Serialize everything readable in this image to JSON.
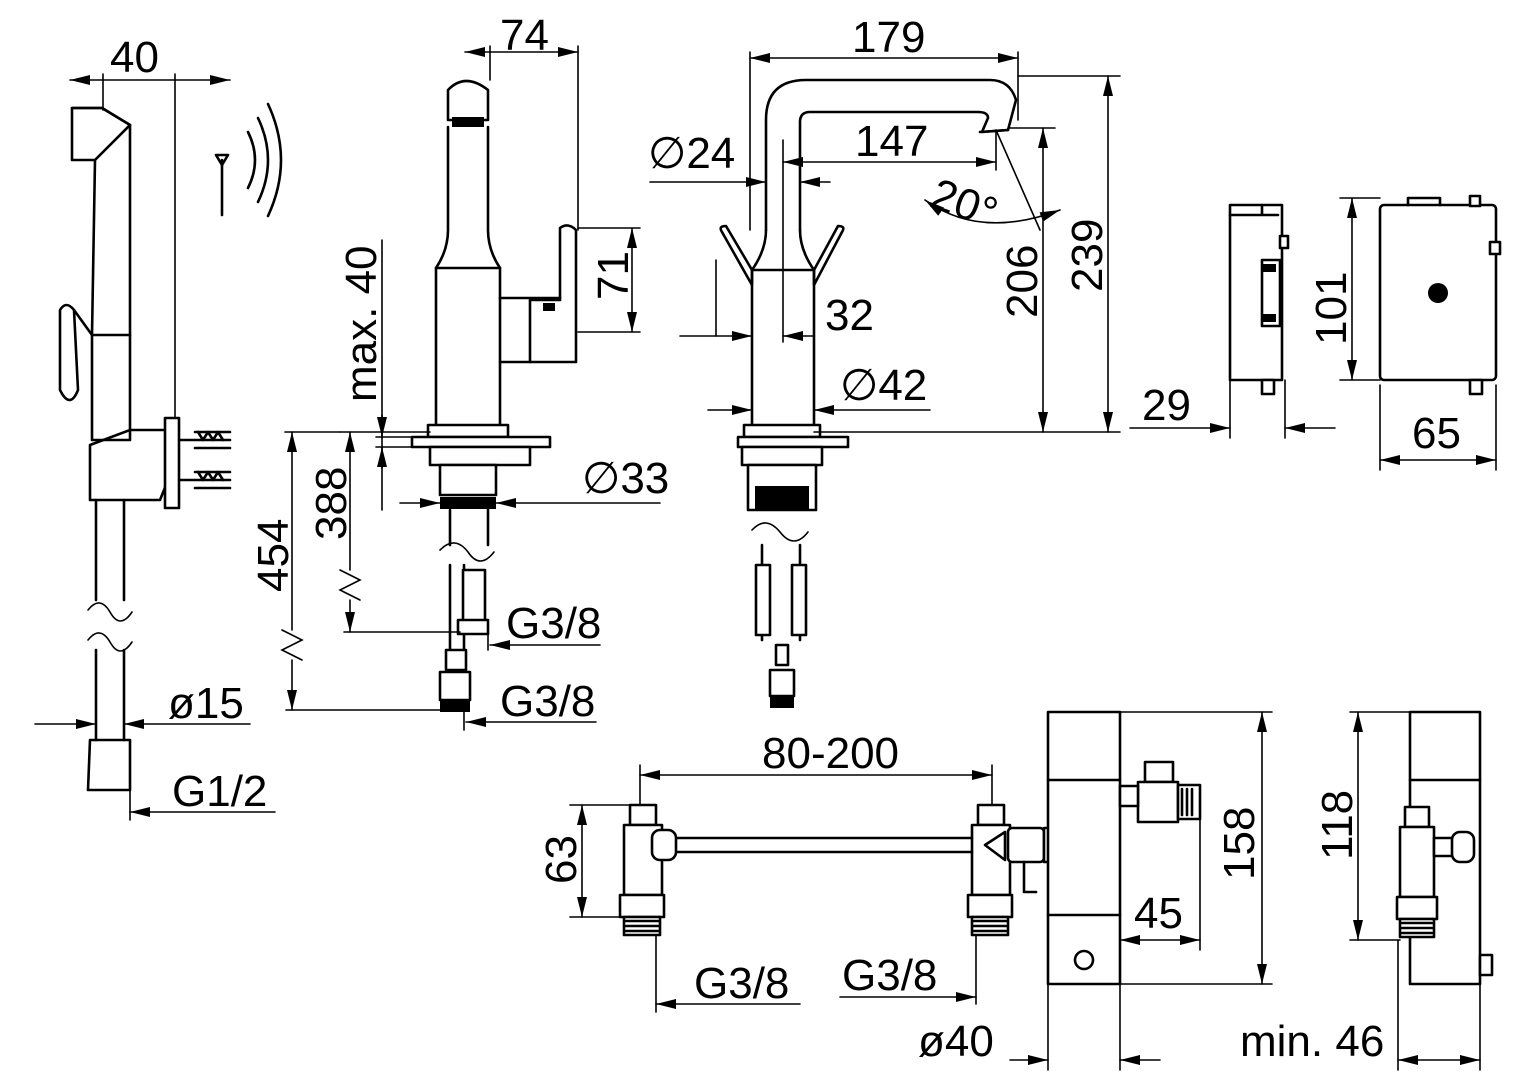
{
  "dimensions": {
    "handshower_width": "40",
    "handshower_hose_dia": "ø15",
    "handshower_thread": "G1/2",
    "side_spout_reach": "74",
    "side_lever_height": "71",
    "side_max_thickness": "max. 40",
    "side_hose_length": "388",
    "side_total_hose": "454",
    "side_shank_dia": "∅33",
    "side_thread_upper": "G3/8",
    "side_thread_lower": "G3/8",
    "front_width": "179",
    "front_spout_dia": "∅24",
    "front_spout_reach": "147",
    "front_angle": "20°",
    "front_outlet_height": "206",
    "front_total_height": "239",
    "front_lever_offset": "32",
    "front_base_dia": "∅42",
    "box_depth": "29",
    "box_height": "101",
    "box_width": "65",
    "valve_spacing": "80-200",
    "valve_height": "63",
    "valve_thread_left": "G3/8",
    "valve_thread_right": "G3/8",
    "thermo_height": "158",
    "thermo_depth": "45",
    "thermo_dia": "ø40",
    "side_unit_height": "118",
    "side_unit_min": "min. 46"
  }
}
